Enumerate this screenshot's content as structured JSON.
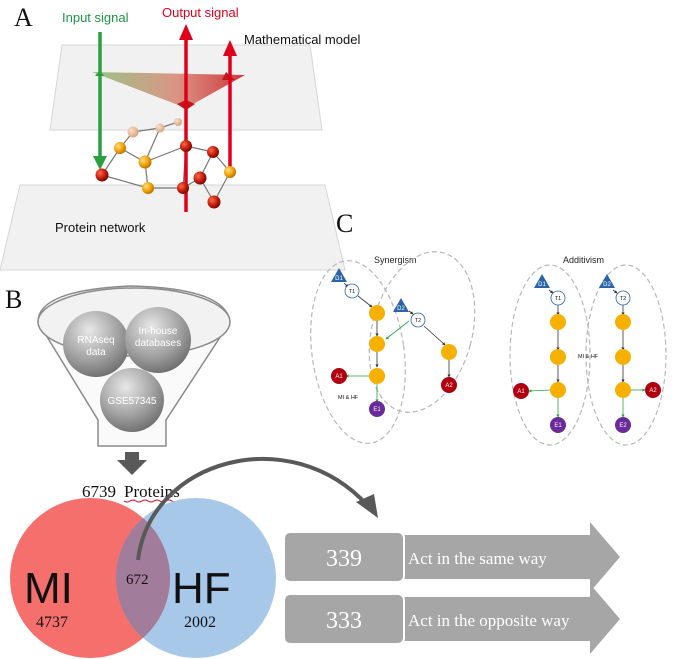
{
  "panel_a": {
    "letter": "A",
    "input_signal": "Input signal",
    "output_signal": "Output signal",
    "mathematical_model": "Mathematical model",
    "protein_network": "Protein network"
  },
  "panel_b": {
    "letter": "B",
    "sources": [
      "RNAseq data",
      "In-house databases",
      "GSE57345"
    ],
    "source_lines": {
      "rnaseq_1": "RNAseq",
      "rnaseq_2": "data",
      "inhouse_1": "In-house",
      "inhouse_2": "databases",
      "gse": "GSE57345"
    },
    "proteins_count": "6739",
    "proteins_word": "Proteins",
    "venn": {
      "left_label": "MI",
      "left_count": "4737",
      "right_label": "HF",
      "right_count": "2002",
      "overlap_count": "672"
    },
    "outcomes": [
      {
        "count": "339",
        "text": "Act in the same way"
      },
      {
        "count": "333",
        "text": "Act in the opposite way"
      }
    ]
  },
  "panel_c": {
    "letter": "C",
    "synergism": {
      "title": "Synergism",
      "d1": "D1",
      "d2": "D2",
      "t1": "T1",
      "t2": "T2",
      "a1": "A1",
      "a2": "A2",
      "e1": "E1",
      "overlap": "MI & HF"
    },
    "additivism": {
      "title": "Additivism",
      "d1": "D1",
      "d2": "D2",
      "t1": "T1",
      "t2": "T2",
      "a1": "A1",
      "a2": "A2",
      "e1": "E1",
      "e2": "E2",
      "overlap": "MI & HF"
    }
  },
  "colors": {
    "green": "#1a9641",
    "red": "#e0001b",
    "venn_red": "#f5706c",
    "venn_blue": "#a8c8ea",
    "venn_overlap": "#a27c9b",
    "orange_node": "#f6b000",
    "dark_red_node": "#b0000f",
    "purple_node": "#6a2a9a",
    "blue_triangle": "#2a64a6",
    "outcome_gray": "#a6a6a6"
  }
}
